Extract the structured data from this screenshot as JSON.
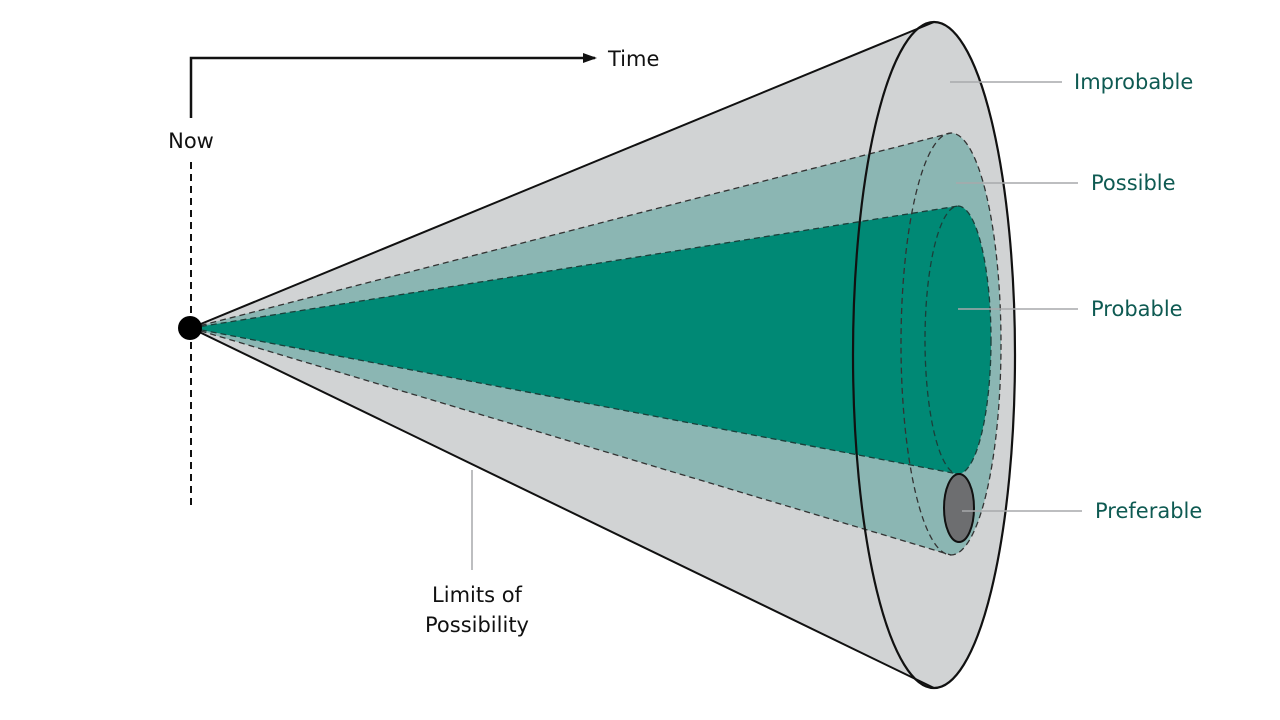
{
  "diagram": {
    "time_label": "Time",
    "now_label": "Now",
    "limits_label_line1": "Limits of",
    "limits_label_line2": "Possibility",
    "cone_labels": {
      "improbable": "Improbable",
      "possible": "Possible",
      "probable": "Probable",
      "preferable": "Preferable"
    }
  },
  "colors": {
    "improbable_fill": "#d1d3d4",
    "possible_fill": "#8bb6b3",
    "probable_fill": "#008975",
    "preferable_fill": "#6d6e70",
    "label_teal": "#0e5a52",
    "outline": "#111111",
    "leader": "#a7a9ab"
  }
}
